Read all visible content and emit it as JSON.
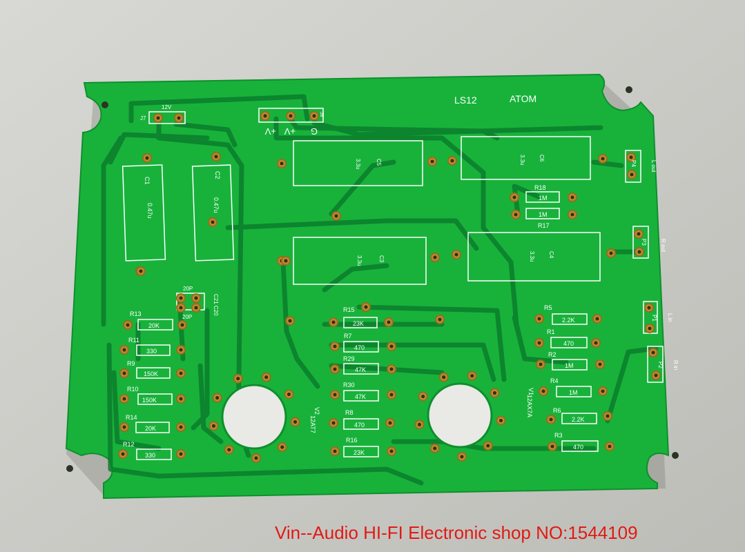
{
  "board": {
    "title": "LS12",
    "subtitle": "ATOM",
    "connectors": {
      "j7": "J7",
      "j7_voltage": "12V",
      "j8_labels": [
        "+V",
        "+V",
        "G"
      ],
      "j8": "J8",
      "p4": "P4",
      "p4_label": "L out",
      "p3": "P3",
      "p3_label": "R out",
      "p1": "P1",
      "p1_label": "L in",
      "p2": "P2",
      "p2_label": "R in"
    },
    "capacitors": {
      "c1": "C1",
      "c1_value": "0.47u",
      "c2": "C2",
      "c2_value": "0.47u",
      "c5": "C5",
      "c5_value": "3.3u",
      "c6": "C6",
      "c6_value": "3.3u",
      "c3": "C3",
      "c3_value": "3.3u",
      "c4": "C4",
      "c4_value": "3.3u",
      "c20_c21": "C21 C20",
      "c20p_a": "20P",
      "c20p_b": "20P"
    },
    "resistors": {
      "r13": "R13",
      "r13_value": "20K",
      "r11": "R11",
      "r11_value": "330",
      "r9": "R9",
      "r9_value": "150K",
      "r10": "R10",
      "r10_value": "150K",
      "r14": "R14",
      "r14_value": "20K",
      "r12": "R12",
      "r12_value": "330",
      "r15": "R15",
      "r15_value": "23K",
      "r7": "R7",
      "r7_value": "470",
      "r29": "R29",
      "r29_value": "47K",
      "r30": "R30",
      "r30_value": "47K",
      "r8": "R8",
      "r8_value": "470",
      "r16": "R16",
      "r16_value": "23K",
      "r18": "R18",
      "r18_value": "1M",
      "r17": "R17",
      "r17_value": "1M",
      "r5": "R5",
      "r5_value": "2.2K",
      "r1": "R1",
      "r1_value": "470",
      "r2": "R2",
      "r2_value": "1M",
      "r4": "R4",
      "r4_value": "1M",
      "r6": "R6",
      "r6_value": "2.2K",
      "r3": "R3",
      "r3_value": "470"
    },
    "tubes": {
      "v2": "V2",
      "v2_type": "12AT7",
      "v1": "V1",
      "v1_type": "12AX7A"
    }
  },
  "watermark": "Vin--Audio HI-FI Electronic shop  NO:1544109",
  "colors": {
    "board_green": "#16b13a",
    "trace_dark": "#0a7a2a",
    "pad_copper": "#a7791c",
    "silkscreen": "#ffffff",
    "watermark_red": "#e01b14",
    "background": "#c9c9c4"
  }
}
